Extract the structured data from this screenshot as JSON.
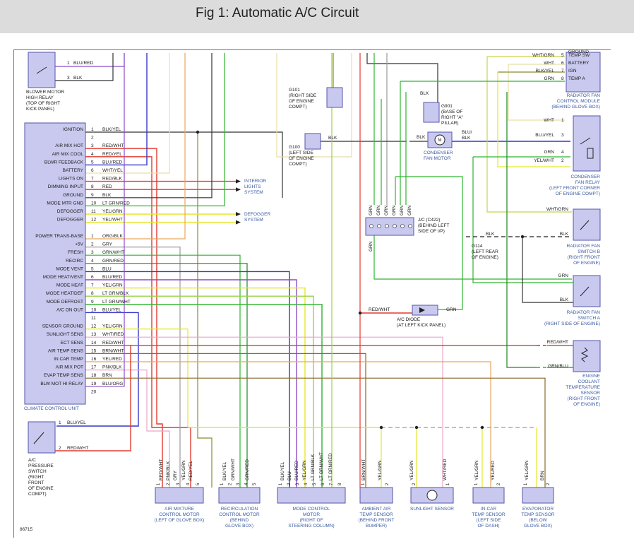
{
  "title": "Fig 1: Automatic A/C Circuit",
  "figure_number": "86715",
  "colors": {
    "component_fill": "#c9c9ef",
    "component_stroke": "#5555aa",
    "label_blue": "#3a5aa0"
  },
  "blower_relay": {
    "caption": [
      "BLOWER MOTOR",
      "HIGH RELAY",
      "(TOP OF RIGHT",
      "KICK PANEL)"
    ],
    "pins": [
      {
        "n": "1",
        "wire": "BLU/RED"
      },
      {
        "n": "3",
        "wire": "BLK"
      }
    ]
  },
  "ccu": {
    "caption": "CLIMATE CONTROL UNIT",
    "upper": [
      {
        "label": "IGNITION",
        "pin": "1",
        "wire": "BLK/YEL"
      },
      {
        "label": "",
        "pin": "2",
        "wire": ""
      },
      {
        "label": "AIR MIX HOT",
        "pin": "3",
        "wire": "RED/WHT"
      },
      {
        "label": "AIR MIX COOL",
        "pin": "4",
        "wire": "RED/YEL"
      },
      {
        "label": "BLWR FEEDBACK",
        "pin": "5",
        "wire": "BLU/RED"
      },
      {
        "label": "BATTERY",
        "pin": "6",
        "wire": "WHT/YEL"
      },
      {
        "label": "LIGHTS ON",
        "pin": "7",
        "wire": "RED/BLK"
      },
      {
        "label": "DIMMING INPUT",
        "pin": "8",
        "wire": "RED"
      },
      {
        "label": "GROUND",
        "pin": "9",
        "wire": "BLK"
      },
      {
        "label": "MODE MTR GND",
        "pin": "10",
        "wire": "LT GRN/RED"
      },
      {
        "label": "DEFOGGER",
        "pin": "11",
        "wire": "YEL/GRN"
      },
      {
        "label": "DEFOGGER",
        "pin": "12",
        "wire": "YEL/WHT"
      }
    ],
    "lower": [
      {
        "label": "POWER TRANS-BASE",
        "pin": "1",
        "wire": "ORG/BLK"
      },
      {
        "label": "+5V",
        "pin": "2",
        "wire": "GRY"
      },
      {
        "label": "FRESH",
        "pin": "3",
        "wire": "GRN/WHT"
      },
      {
        "label": "RECIRC",
        "pin": "4",
        "wire": "GRN/RED"
      },
      {
        "label": "MODE VENT",
        "pin": "5",
        "wire": "BLU"
      },
      {
        "label": "MODE HEAT/VENT",
        "pin": "6",
        "wire": "BLU/RED"
      },
      {
        "label": "MODE HEAT",
        "pin": "7",
        "wire": "YEL/GRN"
      },
      {
        "label": "MODE HEAT/DEF",
        "pin": "8",
        "wire": "LT GRN/BLK"
      },
      {
        "label": "MODE DEFROST",
        "pin": "9",
        "wire": "LT GRN/WHT"
      },
      {
        "label": "A/C ON OUT",
        "pin": "10",
        "wire": "BLU/YEL"
      },
      {
        "label": "",
        "pin": "11",
        "wire": ""
      },
      {
        "label": "SENSOR GROUND",
        "pin": "12",
        "wire": "YEL/GRN"
      },
      {
        "label": "SUNLIGHT SENS",
        "pin": "13",
        "wire": "WHT/RED"
      },
      {
        "label": "ECT SENS",
        "pin": "14",
        "wire": "RED/WHT"
      },
      {
        "label": "AIR TEMP SENS",
        "pin": "15",
        "wire": "BRN/WHT"
      },
      {
        "label": "IN CAR TEMP",
        "pin": "16",
        "wire": "YEL/RED"
      },
      {
        "label": "AIR MIX POT",
        "pin": "17",
        "wire": "PNK/BLK"
      },
      {
        "label": "EVAP TEMP SENS",
        "pin": "18",
        "wire": "BRN"
      },
      {
        "label": "BLW MOT HI RELAY",
        "pin": "19",
        "wire": "BLU/ORG"
      },
      {
        "label": "",
        "pin": "20",
        "wire": ""
      }
    ]
  },
  "arrows": {
    "interior": [
      "INTERIOR",
      "LIGHTS",
      "SYSTEM"
    ],
    "defogger": [
      "DEFOGGER",
      "SYSTEM"
    ]
  },
  "grounds": {
    "g101": [
      "G101",
      "(RIGHT SIDE",
      "OF ENGINE",
      "COMPT)"
    ],
    "g100": [
      "G100",
      "(LEFT SIDE",
      "OF ENGINE",
      "COMPT)"
    ],
    "g100_wire": "BLK",
    "g901": [
      "G901",
      "(BASE OF",
      "RIGHT \"A\"",
      "PILLAR)"
    ],
    "g901_wire": "BLK",
    "g114": [
      "G114",
      "(LEFT REAR",
      "OF ENGINE)"
    ],
    "g114_wire": "BLK"
  },
  "condenser_fan_motor": {
    "caption": [
      "CONDENSER",
      "FAN MOTOR"
    ],
    "wire_left": "BLK",
    "wire_right": [
      "BLU/",
      "BLK"
    ]
  },
  "jc": {
    "caption": [
      "J/C (C422)",
      "(BEHIND LEFT",
      "SIDE OF I/P)"
    ],
    "wires_top": [
      "GRN",
      "GRN",
      "GRN",
      "GRN",
      "GRN",
      "GRN"
    ],
    "wire_bottom": "GRN"
  },
  "ac_diode": {
    "caption": [
      "A/C DIODE",
      "(AT LEFT KICK PANEL)"
    ],
    "wire_left": "RED/WHT",
    "wire_right": "GRN"
  },
  "rad_fan_module": {
    "caption": [
      "RADIATOR FAN",
      "CONTROL MODULE",
      "(BEHIND GLOVE BOX)"
    ],
    "rows": [
      {
        "wire": "WHT/GRN",
        "pin": "5",
        "label": "TEMP SW"
      },
      {
        "wire": "WHT",
        "pin": "6",
        "label": "BATTERY"
      },
      {
        "wire": "BLK/YEL",
        "pin": "7",
        "label": "IGN"
      },
      {
        "wire": "GRN",
        "pin": "8",
        "label": "TEMP A"
      }
    ],
    "top_label": "GROUND"
  },
  "condenser_relay": {
    "caption": [
      "CONDENSER",
      "FAN RELAY",
      "(LEFT FRONT CORNER",
      "OF ENGINE COMPT)"
    ],
    "rows": [
      {
        "wire": "WHT",
        "pin": "1"
      },
      {
        "wire": "BLU/YEL",
        "pin": "3"
      },
      {
        "wire": "GRN",
        "pin": "4"
      },
      {
        "wire": "YEL/WHT",
        "pin": "2"
      }
    ]
  },
  "rad_switch_b": {
    "caption": [
      "RADIATOR FAN",
      "SWITCH B",
      "(RIGHT FRONT",
      "OF ENGINE)"
    ],
    "wire_top": "WHT/GRN",
    "wire_side": "BLK"
  },
  "rad_switch_a": {
    "caption": [
      "RADIATOR FAN",
      "SWITCH A",
      "(RIGHT SIDE OF ENGINE)"
    ],
    "wire_top": "GRN",
    "wire_side": "BLK"
  },
  "ect_sensor": {
    "caption": [
      "ENGINE",
      "COOLANT",
      "TEMPERATURE",
      "SENSOR",
      "(RIGHT FRONT",
      "OF ENGINE)"
    ],
    "wire_top": "RED/WHT",
    "wire_bottom": "GRN/BLU"
  },
  "ac_pressure_switch": {
    "caption": [
      "A/C",
      "PRESSURE",
      "SWITCH",
      "(RIGHT",
      "FRONT",
      "OF ENGINE",
      "COMPT)"
    ],
    "pins": [
      {
        "n": "1",
        "wire": "BLU/YEL"
      },
      {
        "n": "2",
        "wire": "RED/WHT"
      }
    ]
  },
  "bottom": {
    "air_mix": {
      "caption": [
        "AIR MIXTURE",
        "CONTROL MOTOR",
        "(LEFT OF GLOVE BOX)"
      ],
      "wires": [
        "RED/WHT",
        "PNK/BLK",
        "GRY",
        "YEL/GRN",
        "RED/YEL"
      ],
      "pins": [
        "1",
        "2",
        "3",
        "4",
        "5"
      ]
    },
    "recirc": {
      "caption": [
        "RECIRCULATION",
        "CONTROL MOTOR",
        "(BEHIND",
        "GLOVE BOX)"
      ],
      "wires": [
        "BLK/YEL",
        "GRN/WHT",
        "GRN/RED"
      ],
      "pins": [
        "1",
        "2",
        "3",
        "4",
        "5"
      ]
    },
    "mode": {
      "caption": [
        "MODE CONTROL",
        "MOTOR",
        "(RIGHT OF",
        "STEERING COLUMN)"
      ],
      "wires": [
        "BLK/YEL",
        "BLU",
        "BLU/RED",
        "YEL/GRN",
        "LT GRN/BLK",
        "LT GRN/WHT",
        "LT GRN/RED"
      ],
      "pins": [
        "1",
        "2",
        "3",
        "4",
        "5",
        "6",
        "7",
        "8"
      ]
    },
    "ambient": {
      "caption": [
        "AMBIENT AIR",
        "TEMP SENSOR",
        "(BEHIND FRONT",
        "BUMPER)"
      ],
      "wires": [
        "BRN/WHT",
        "YEL/GRN"
      ],
      "pins": [
        "1",
        "2"
      ]
    },
    "sunlight": {
      "caption": [
        "SUNLIGHT SENSOR"
      ],
      "wires": [
        "YEL/GRN",
        "WHT/RED"
      ],
      "pins": [
        "2",
        "1"
      ]
    },
    "incar": {
      "caption": [
        "IN-CAR",
        "TEMP SENSOR",
        "(LEFT SIDE",
        "OF DASH)"
      ],
      "wires": [
        "YEL/GRN",
        "YEL/RED"
      ],
      "pins": [
        "1",
        "2"
      ]
    },
    "evap": {
      "caption": [
        "EVAPORATOR",
        "TEMP SENSOR",
        "(BELOW",
        "GLOVE BOX)"
      ],
      "wires": [
        "YEL/GRN",
        "BRN"
      ],
      "pins": [
        "1",
        "2"
      ]
    }
  }
}
